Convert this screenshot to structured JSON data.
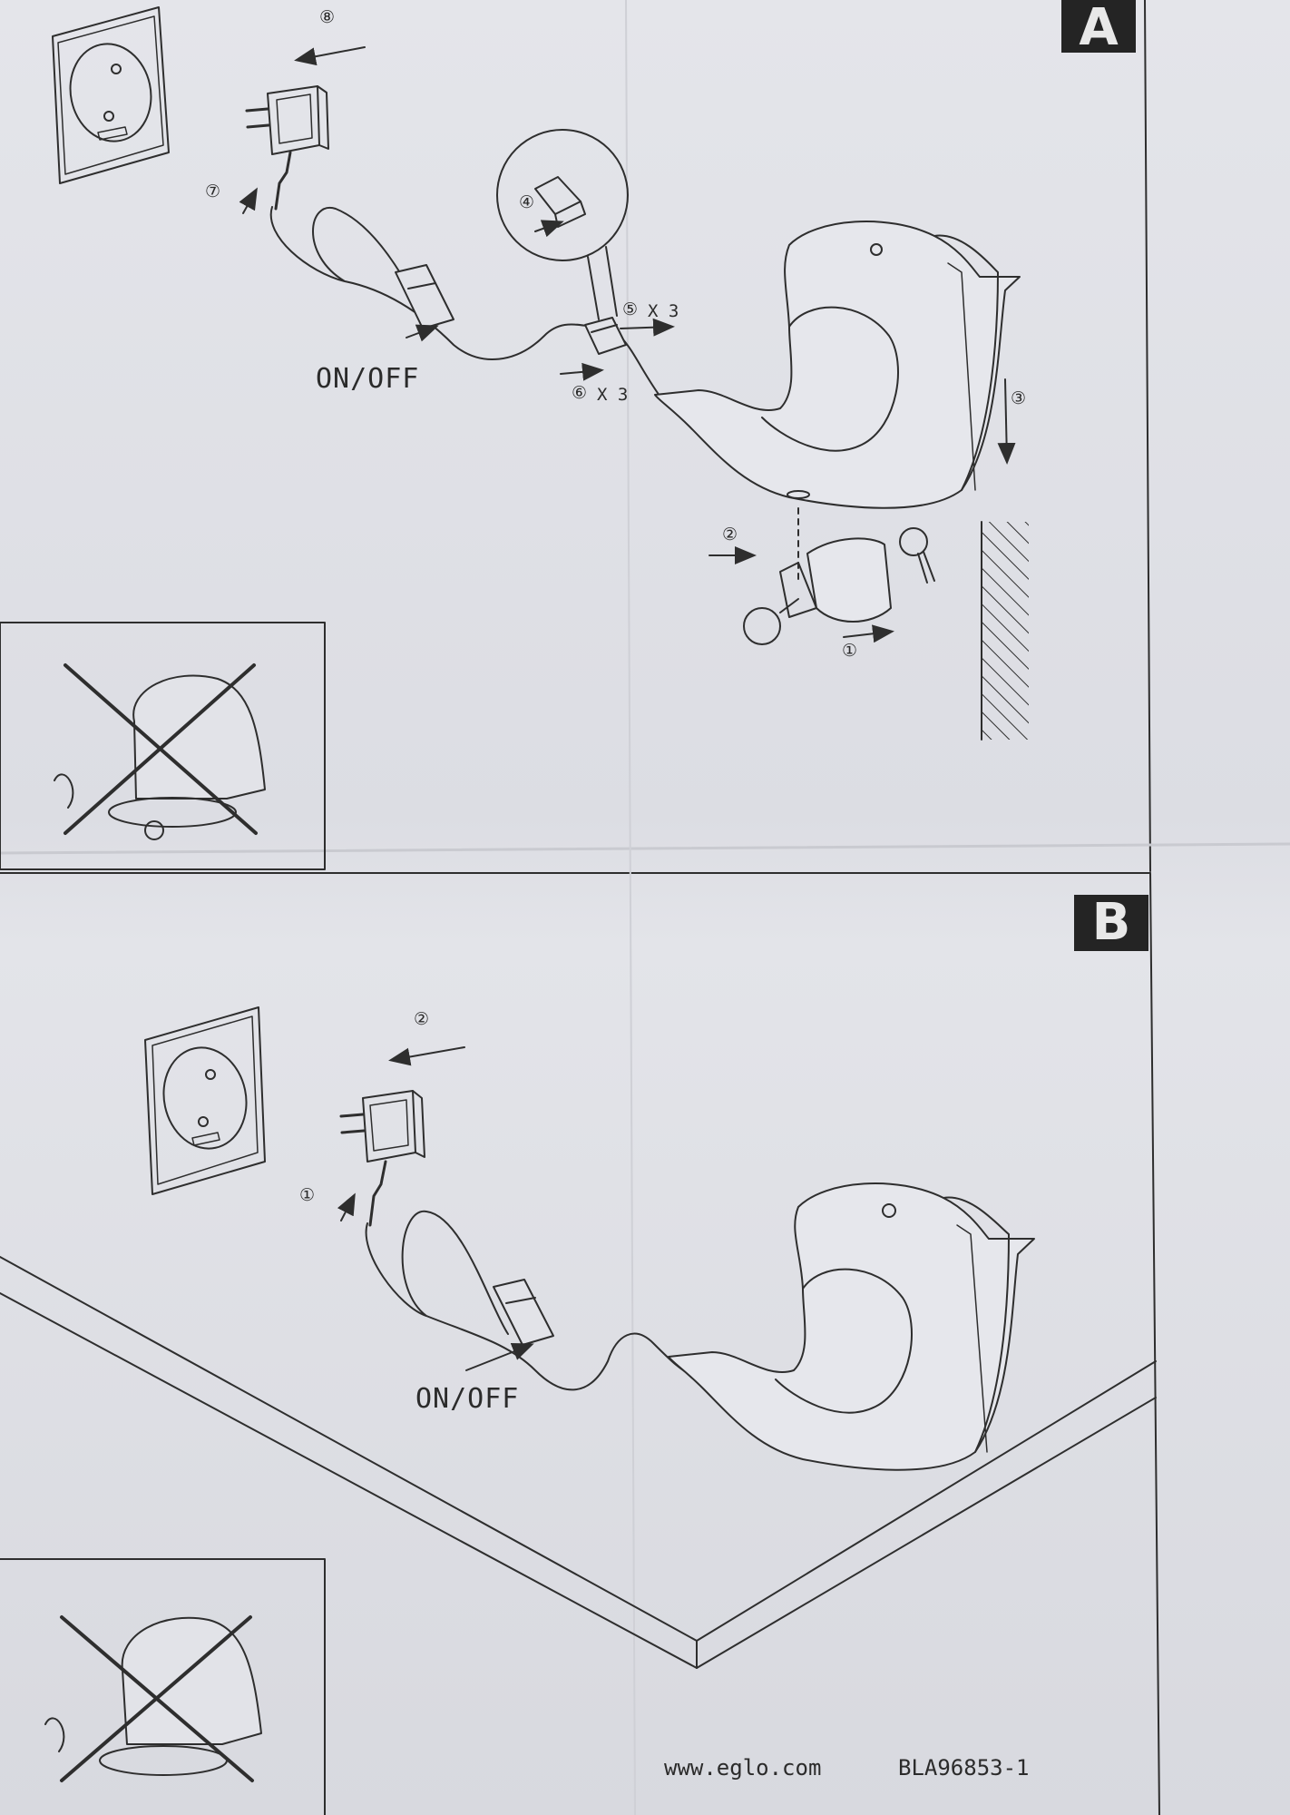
{
  "panels": {
    "a": {
      "badge": "A",
      "switch_label": "ON/OFF",
      "steps": {
        "s1": "①",
        "s2": "②",
        "s3": "③",
        "s4": "④",
        "s5": "⑤",
        "s6": "⑥",
        "s7": "⑦",
        "s8": "⑧"
      },
      "qty5": "X 3",
      "qty6": "X 3"
    },
    "b": {
      "badge": "B",
      "switch_label": "ON/OFF",
      "steps": {
        "s1": "①",
        "s2": "②"
      }
    }
  },
  "footer": {
    "url": "www.eglo.com",
    "code": "BLA96853-1"
  }
}
